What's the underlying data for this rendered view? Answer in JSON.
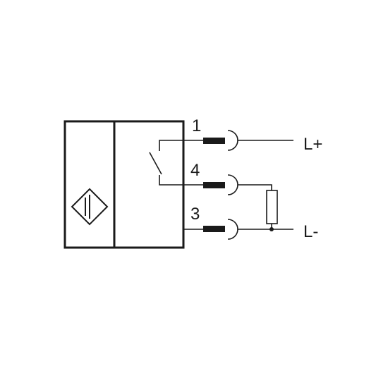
{
  "diagram": {
    "pins": [
      {
        "number": "1",
        "signal": "L+"
      },
      {
        "number": "4",
        "signal": ""
      },
      {
        "number": "3",
        "signal": "L-"
      }
    ],
    "colors": {
      "line": "#1a1a1a",
      "background": "#ffffff"
    },
    "icons": [
      "inductive-sensor-symbol-icon",
      "switch-contact-icon",
      "load-resistor-icon"
    ]
  }
}
